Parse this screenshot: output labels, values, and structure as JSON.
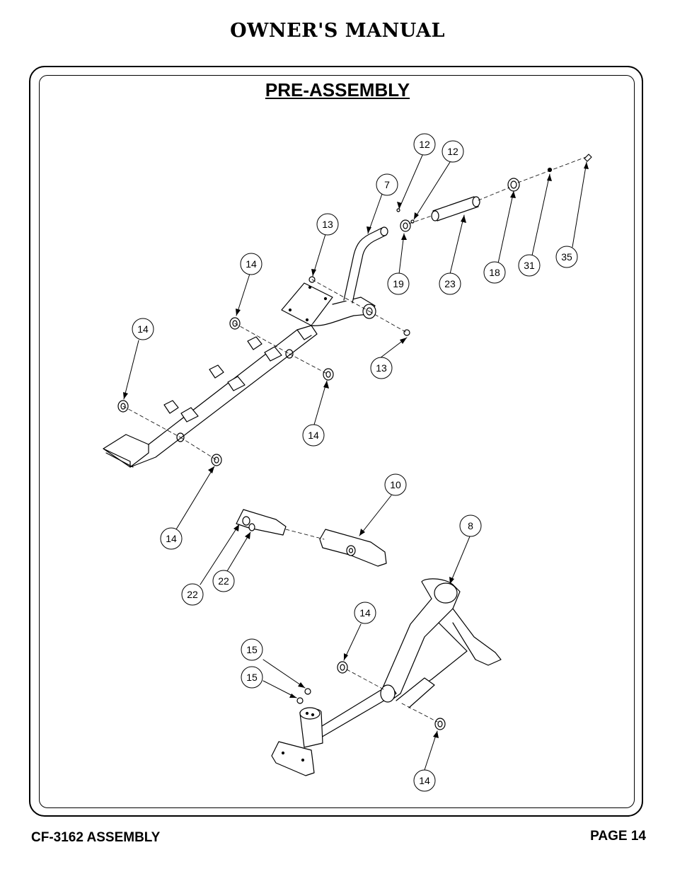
{
  "header": {
    "title": "OWNER'S MANUAL"
  },
  "section": {
    "title": "PRE-ASSEMBLY"
  },
  "footer": {
    "left": "CF-3162 ASSEMBLY",
    "right": "PAGE 14"
  },
  "callouts": [
    {
      "label": "12"
    },
    {
      "label": "12"
    },
    {
      "label": "7"
    },
    {
      "label": "13"
    },
    {
      "label": "14"
    },
    {
      "label": "19"
    },
    {
      "label": "23"
    },
    {
      "label": "18"
    },
    {
      "label": "31"
    },
    {
      "label": "35"
    },
    {
      "label": "14"
    },
    {
      "label": "13"
    },
    {
      "label": "14"
    },
    {
      "label": "14"
    },
    {
      "label": "10"
    },
    {
      "label": "8"
    },
    {
      "label": "14"
    },
    {
      "label": "22"
    },
    {
      "label": "22"
    },
    {
      "label": "14"
    },
    {
      "label": "15"
    },
    {
      "label": "15"
    },
    {
      "label": "14"
    }
  ]
}
